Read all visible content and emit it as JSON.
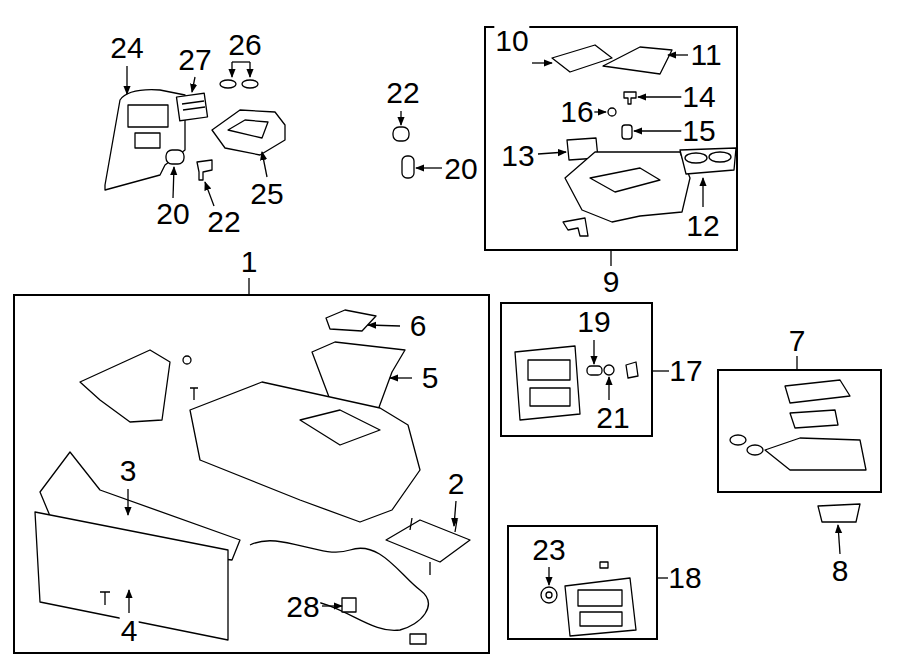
{
  "diagram": {
    "nodes": [
      {
        "text": [
          "1"
        ]
      },
      {
        "text": [
          "9"
        ]
      },
      {
        "text": [
          "17"
        ]
      },
      {
        "text": [
          "18"
        ]
      },
      {
        "text": [
          "7"
        ]
      }
    ],
    "labels": [
      "24",
      "27",
      "26",
      "20",
      "22",
      "25",
      "22",
      "20",
      "10",
      "11",
      "14",
      "16",
      "15",
      "13",
      "12",
      "6",
      "5",
      "3",
      "2",
      "4",
      "28",
      "19",
      "21",
      "8",
      "23"
    ]
  }
}
